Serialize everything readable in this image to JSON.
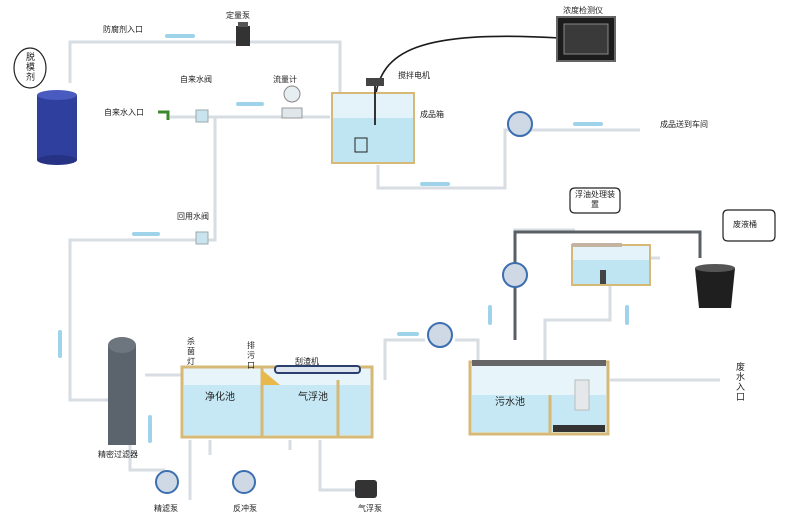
{
  "labels": {
    "defoamer_inlet": "防腐剂入口",
    "metering_pump": "定量泵",
    "concentration_meter": "浓度检测仪",
    "defoamer_drum": "脱模剂",
    "tap_valve": "自来水阀",
    "tap_inlet": "自来水入口",
    "flowmeter": "流量计",
    "stirrer_motor": "搅拌电机",
    "product_tank": "成品箱",
    "product_to_workshop": "成品送到车间",
    "return_valve": "回用水阀",
    "oil_device": "浮油处理装置",
    "waste_bucket": "废液桶",
    "uv_lamp": "杀菌灯",
    "drain_port": "排污口",
    "skimmer": "刮渣机",
    "purify_tank": "净化池",
    "flotation_tank": "气浮池",
    "sewage_tank": "污水池",
    "wastewater_inlet": "废水入口",
    "precision_filter": "精密过滤器",
    "fine_pump": "精滤泵",
    "backwash_pump": "反冲泵",
    "air_pump": "气浮泵"
  }
}
